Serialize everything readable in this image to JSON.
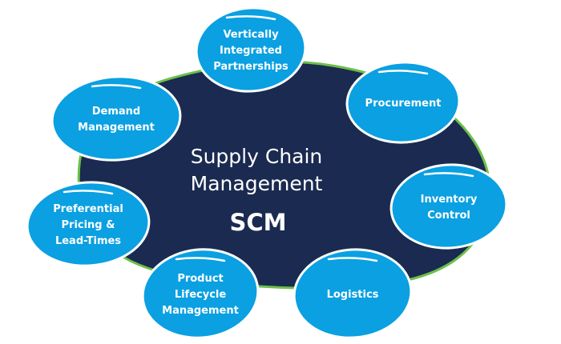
{
  "title": {
    "line1": "Supply Chain",
    "line2": "Management",
    "abbr": "SCM"
  },
  "colors": {
    "center_fill": "#1b2a50",
    "center_outline": "#6cc04a",
    "blob_fill": "#0aa0e2",
    "blob_outline": "#ffffff",
    "text": "#ffffff"
  },
  "nodes": [
    {
      "id": "vertically-integrated-partnerships",
      "lines": [
        "Vertically",
        "Integrated",
        "Partnerships"
      ]
    },
    {
      "id": "procurement",
      "lines": [
        "Procurement"
      ]
    },
    {
      "id": "inventory-control",
      "lines": [
        "Inventory",
        "Control"
      ]
    },
    {
      "id": "logistics",
      "lines": [
        "Logistics"
      ]
    },
    {
      "id": "product-lifecycle-management",
      "lines": [
        "Product",
        "Lifecycle",
        "Management"
      ]
    },
    {
      "id": "preferential-pricing-lead-times",
      "lines": [
        "Preferential",
        "Pricing &",
        "Lead-Times"
      ]
    },
    {
      "id": "demand-management",
      "lines": [
        "Demand",
        "Management"
      ]
    }
  ]
}
